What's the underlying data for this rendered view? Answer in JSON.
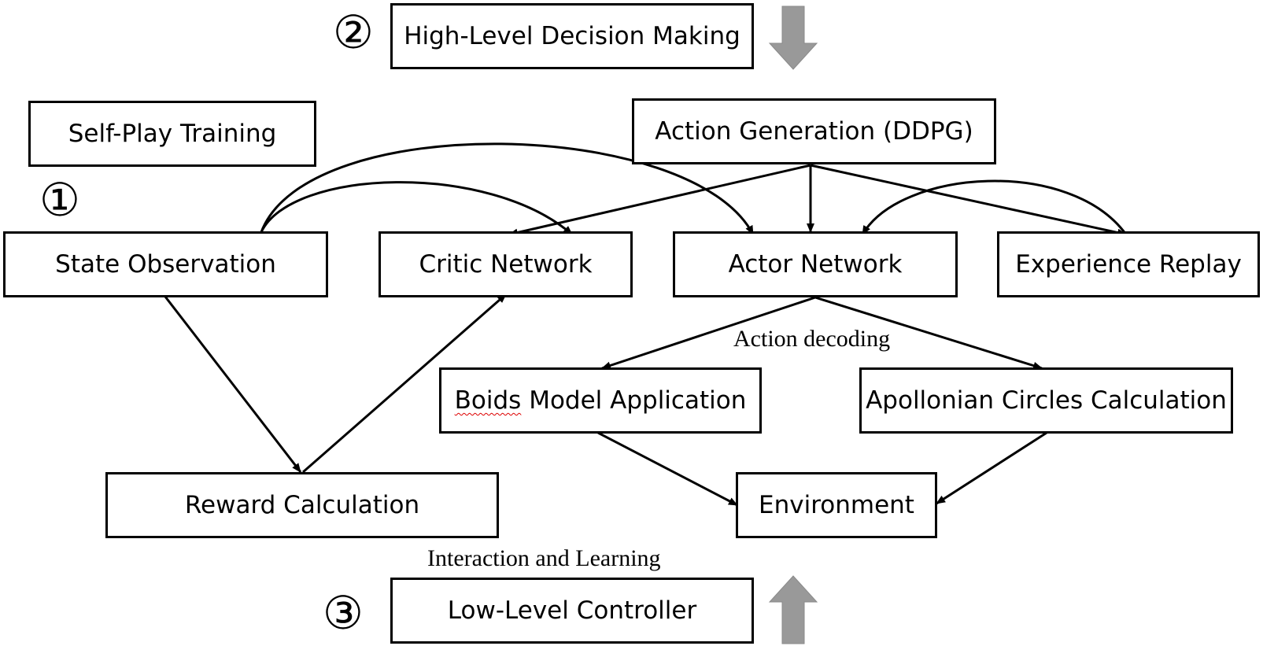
{
  "markers": {
    "one": "①",
    "two": "②",
    "three": "③"
  },
  "boxes": {
    "high_level": "High-Level Decision Making",
    "self_play": "Self-Play Training",
    "action_generation": "Action Generation (DDPG)",
    "state_observation": "State Observation",
    "critic_network": "Critic Network",
    "actor_network": "Actor Network",
    "experience_replay": "Experience Replay",
    "boids_word": "Boids",
    "boids_rest": " Model Application",
    "apollonian": "Apollonian Circles Calculation",
    "reward": "Reward Calculation",
    "environment": "Environment",
    "low_level": "Low-Level Controller"
  },
  "labels": {
    "action_decoding": "Action decoding",
    "interaction": "Interaction and Learning"
  },
  "colors": {
    "line": "#000000",
    "block_arrow": "#999999"
  }
}
